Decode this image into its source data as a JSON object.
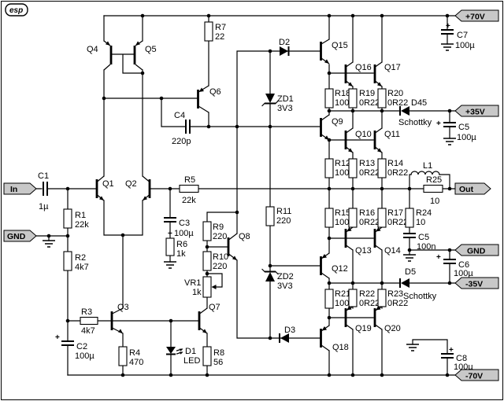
{
  "logo": {
    "text": "esp"
  },
  "sym": {
    "plus": "+"
  },
  "tags": {
    "in": "In",
    "gnd_left": "GND",
    "out": "Out",
    "gnd_right": "GND",
    "p70": "+70V",
    "p35": "+35V",
    "m35": "-35V",
    "m70": "-70V"
  },
  "t": {
    "q1": "Q1",
    "q2": "Q2",
    "q3": "Q3",
    "q4": "Q4",
    "q5": "Q5",
    "q6": "Q6",
    "q7": "Q7",
    "q8": "Q8",
    "q9": "Q9",
    "q10": "Q10",
    "q11": "Q11",
    "q12": "Q12",
    "q13": "Q13",
    "q14": "Q14",
    "q15": "Q15",
    "q16": "Q16",
    "q17": "Q17",
    "q18": "Q18",
    "q19": "Q19",
    "q20": "Q20"
  },
  "r": {
    "r1": {
      "n": "R1",
      "v": "22k"
    },
    "r2": {
      "n": "R2",
      "v": "4k7"
    },
    "r3": {
      "n": "R3",
      "v": "4k7"
    },
    "r4": {
      "n": "R4",
      "v": "470"
    },
    "r5": {
      "n": "R5",
      "v": "22k"
    },
    "r6": {
      "n": "R6",
      "v": "1k"
    },
    "r7": {
      "n": "R7",
      "v": "22"
    },
    "r8": {
      "n": "R8",
      "v": "56"
    },
    "r9": {
      "n": "R9",
      "v": "220"
    },
    "r10": {
      "n": "R10",
      "v": "220"
    },
    "r11": {
      "n": "R11",
      "v": "220"
    },
    "r12": {
      "n": "R12",
      "v": "100"
    },
    "r13": {
      "n": "R13",
      "v": "0R22"
    },
    "r14": {
      "n": "R14",
      "v": "0R22"
    },
    "r15": {
      "n": "R15",
      "v": "100"
    },
    "r16": {
      "n": "R16",
      "v": "0R22"
    },
    "r17": {
      "n": "R17",
      "v": "0R22"
    },
    "r18": {
      "n": "R18",
      "v": "100"
    },
    "r19": {
      "n": "R19",
      "v": "0R22"
    },
    "r20": {
      "n": "R20",
      "v": "0R22"
    },
    "r21": {
      "n": "R21",
      "v": "100"
    },
    "r22": {
      "n": "R22",
      "v": "0R22"
    },
    "r23": {
      "n": "R23",
      "v": "0R22"
    },
    "r24": {
      "n": "R24",
      "v": "10"
    },
    "r25": {
      "n": "R25",
      "v": "10"
    },
    "vr1": {
      "n": "VR1",
      "v": "1k"
    }
  },
  "c": {
    "c1": {
      "n": "C1",
      "v": "1µ"
    },
    "c2": {
      "n": "C2",
      "v": "100µ"
    },
    "c3": {
      "n": "C3",
      "v": "100µ"
    },
    "c4": {
      "n": "C4",
      "v": "220p"
    },
    "c5a": {
      "n": "C5",
      "v": "100µ"
    },
    "c5b": {
      "n": "C5",
      "v": "100n"
    },
    "c6": {
      "n": "C6",
      "v": "100µ"
    },
    "c7": {
      "n": "C7",
      "v": "100µ"
    },
    "c8": {
      "n": "C8",
      "v": "100µ"
    }
  },
  "d": {
    "d1": {
      "n": "D1",
      "v": "LED"
    },
    "d2": {
      "n": "D2"
    },
    "d3": {
      "n": "D3"
    },
    "d45": {
      "n": "D45",
      "v": "Schottky"
    },
    "d5": {
      "n": "D5",
      "v": "Schottky"
    },
    "zd1": {
      "n": "ZD1",
      "v": "3V3"
    },
    "zd2": {
      "n": "ZD2",
      "v": "3V3"
    }
  },
  "l": {
    "l1": {
      "n": "L1"
    }
  }
}
